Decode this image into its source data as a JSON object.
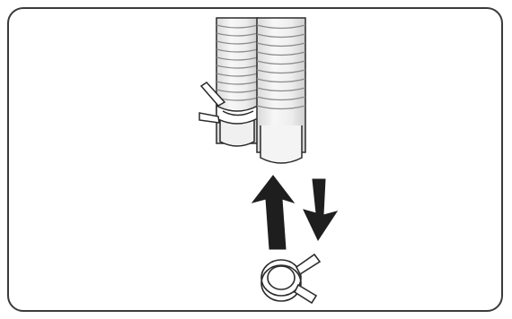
{
  "illustration": {
    "subject": "hose-clamp-installation",
    "panel": {
      "frame_color": "#3a3a3a",
      "background_color": "#ffffff"
    },
    "hoses": [
      {
        "name": "drain-hose",
        "has_clamp": true
      },
      {
        "name": "connector-pipe",
        "has_clamp": false
      }
    ],
    "arrows": [
      {
        "direction": "up",
        "meaning": "clamp-slide-on"
      },
      {
        "direction": "down",
        "meaning": "clamp-remove"
      }
    ],
    "loose_clamp": {
      "name": "spring-hose-clamp"
    },
    "colors": {
      "outline": "#2b2b2b",
      "hose_fill": "#f2f2f2",
      "hose_shade": "#d6d6d6",
      "arrow_fill": "#1e1e1e"
    }
  }
}
